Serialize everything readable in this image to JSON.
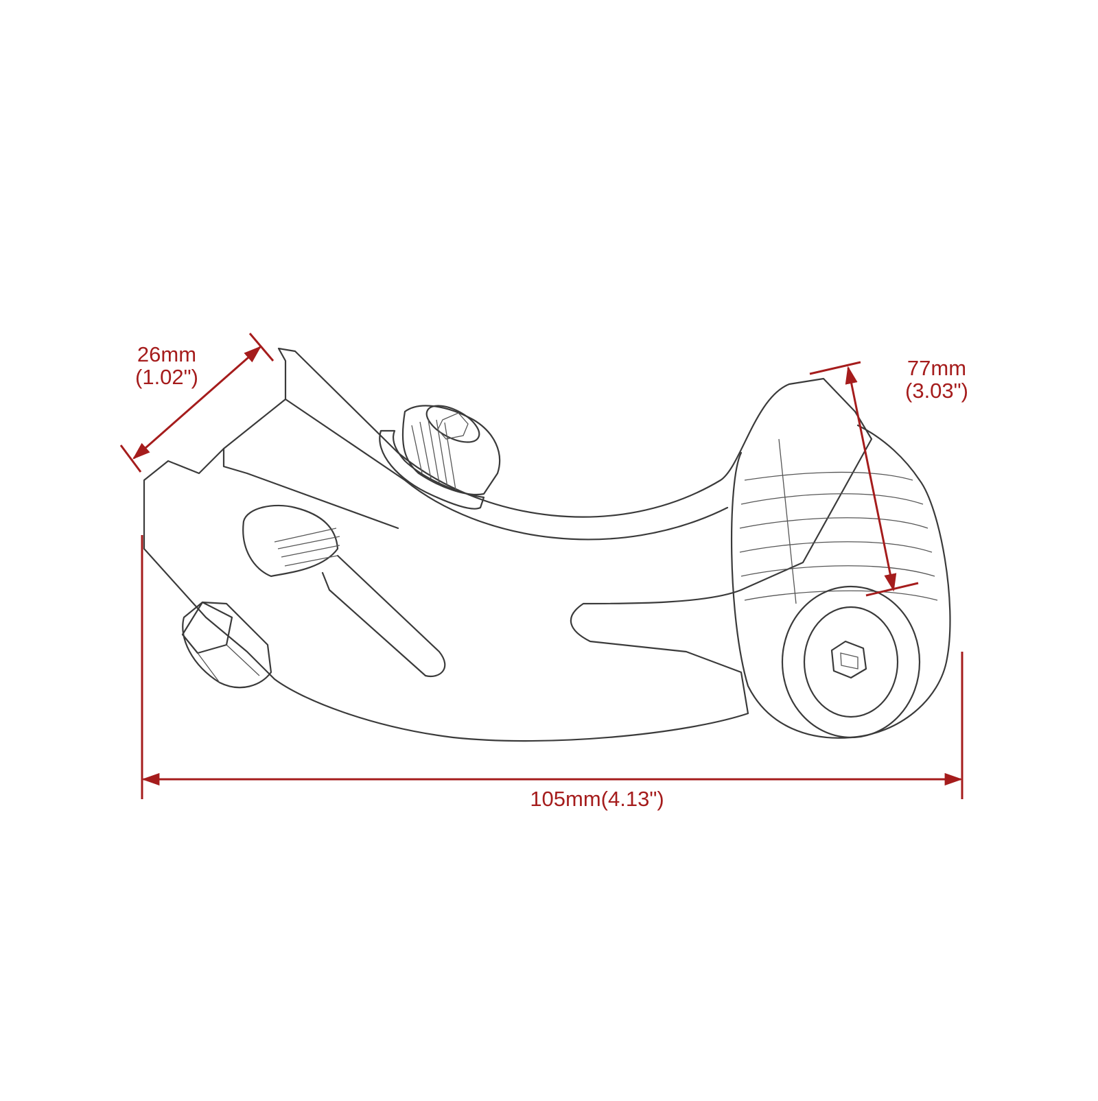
{
  "colors": {
    "dimension": "#a51c1c",
    "drawing": "#3a3a3a",
    "background": "#ffffff"
  },
  "dimensions": {
    "width": {
      "metric": "26mm",
      "imperial": "(1.02\")"
    },
    "height": {
      "metric": "77mm",
      "imperial": "(3.03\")"
    },
    "length": {
      "text": "105mm(4.13\")"
    }
  }
}
